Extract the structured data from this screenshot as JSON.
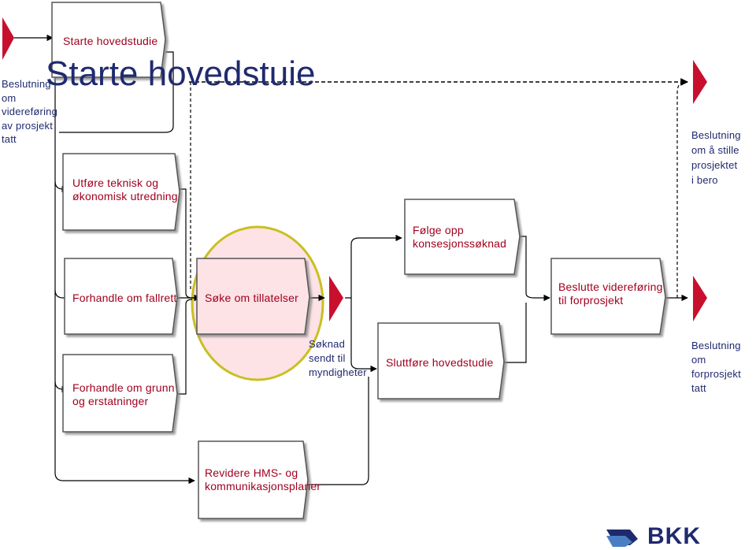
{
  "title_overlay": "Starte hovedstuie",
  "boxes": {
    "starte_hovedstudie": "Starte hovedstudie",
    "utfore": "Utføre teknisk og\nøkonomisk utredning",
    "forhandle_fallrett": "Forhandle om fallrett",
    "forhandle_grunn": "Forhandle om grunn\nog erstatninger",
    "soke_tillatelser": "Søke om tillatelser",
    "folge_opp": "Følge opp\nkonsesjonssøknad",
    "sluttfore": "Sluttføre hovedstudie",
    "beslutte": "Beslutte videreføring\ntil forprosjekt",
    "revidere": "Revidere HMS- og\nkommunikasjonsplaner"
  },
  "events": {
    "start": "Beslutning\nom\nvidereføring\nav prosjekt\ntatt",
    "soknad_sendt": "Søknad\nsendt til\nmyndigheter",
    "bero": "Beslutning\nom å stille\nprosjektet\ni bero",
    "forprosjekt": "Beslutning om\nforprosjekt tatt"
  },
  "logo": {
    "text": "BKK"
  },
  "colors": {
    "line": "#000000",
    "event_fill": "#c8102e",
    "box_stroke": "#555555",
    "highlight_fill": "#fde2e6",
    "highlight_stroke": "#c8c020",
    "text_navy": "#1f2a6e",
    "text_red": "#a0001e"
  }
}
